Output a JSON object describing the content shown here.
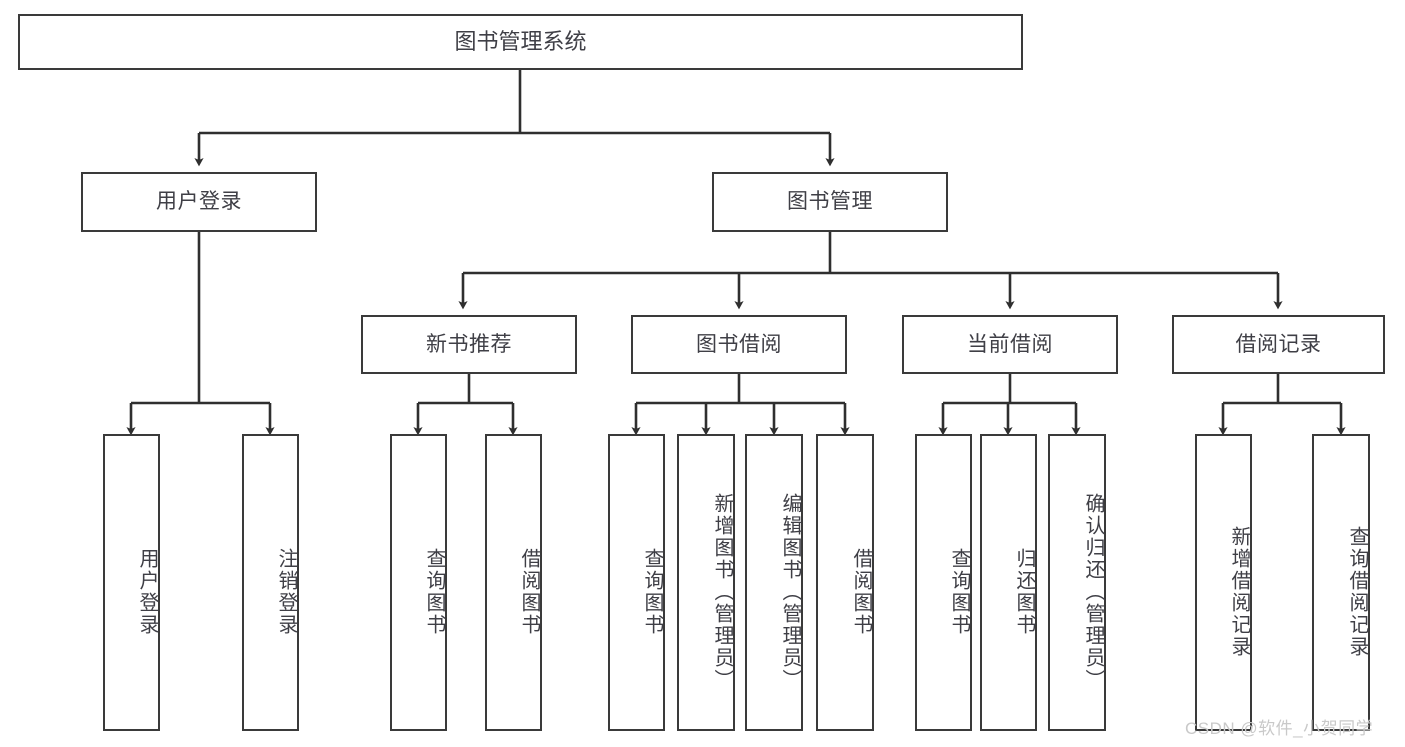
{
  "diagram": {
    "title": "图书管理系统",
    "watermark": "CSDN @软件_小贺同学",
    "colors": {
      "box_border": "#3a3a3a",
      "text": "#3f3f46",
      "connector": "#2f2f2f",
      "background": "#ffffff",
      "watermark": "#c9c9c9"
    },
    "levels": {
      "root": {
        "label": "图书管理系统"
      },
      "level2": [
        {
          "label": "用户登录"
        },
        {
          "label": "图书管理"
        }
      ],
      "level3": [
        {
          "label": "新书推荐"
        },
        {
          "label": "图书借阅"
        },
        {
          "label": "当前借阅"
        },
        {
          "label": "借阅记录"
        }
      ],
      "leaves": [
        {
          "label": "用户登录"
        },
        {
          "label": "注销登录"
        },
        {
          "label": "查询图书"
        },
        {
          "label": "借阅图书"
        },
        {
          "label": "查询图书"
        },
        {
          "label": "新增图书（管理员）"
        },
        {
          "label": "编辑图书（管理员）"
        },
        {
          "label": "借阅图书"
        },
        {
          "label": "查询图书"
        },
        {
          "label": "归还图书"
        },
        {
          "label": "确认归还（管理员）"
        },
        {
          "label": "新增借阅记录"
        },
        {
          "label": "查询借阅记录"
        }
      ]
    }
  }
}
